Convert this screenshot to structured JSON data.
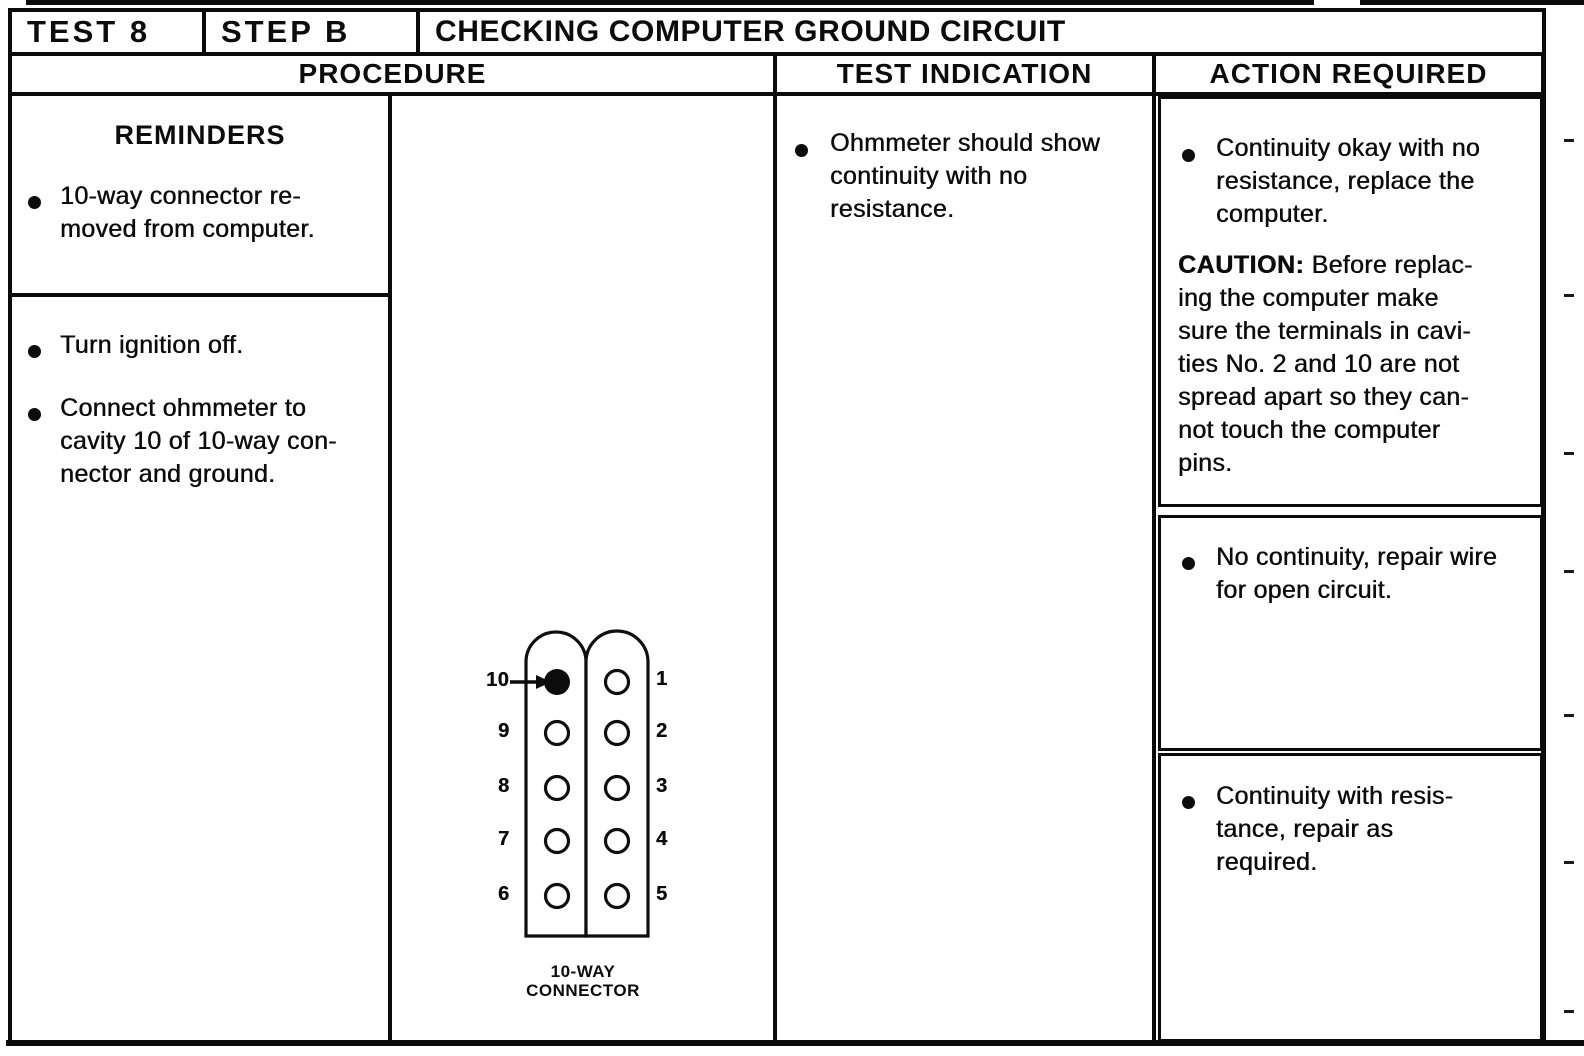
{
  "header": {
    "test_label": "TEST 8",
    "step_label": "STEP B",
    "title": "CHECKING COMPUTER GROUND CIRCUIT"
  },
  "columns": {
    "procedure": "PROCEDURE",
    "test_indication": "TEST INDICATION",
    "action_required": "ACTION REQUIRED"
  },
  "procedure": {
    "reminders_heading": "REMINDERS",
    "reminders": [
      {
        "text": "10-way connector re-\nmoved from computer."
      }
    ],
    "steps": [
      {
        "text": "Turn ignition off."
      },
      {
        "text": "Connect ohmmeter to\ncavity 10 of 10-way con-\nnector and ground."
      }
    ]
  },
  "test_indication": {
    "items": [
      {
        "text": "Ohmmeter should show\ncontinuity with no\nresistance."
      }
    ]
  },
  "action_required": {
    "boxes": [
      {
        "bullet": "Continuity okay with no\nresistance, replace the\ncomputer.",
        "caution_label": "CAUTION:",
        "caution_text": " Before replac-\ning the computer make\nsure the terminals in cavi-\nties No. 2 and 10 are not\nspread apart so they can-\nnot touch the computer\npins."
      },
      {
        "bullet": "No continuity, repair wire\nfor open circuit."
      },
      {
        "bullet": "Continuity with resis-\ntance, repair as\nrequired."
      }
    ]
  },
  "diagram": {
    "caption": "10-WAY\nCONNECTOR",
    "left_pins": [
      "10",
      "9",
      "8",
      "7",
      "6"
    ],
    "right_pins": [
      "1",
      "2",
      "3",
      "4",
      "5"
    ],
    "filled_pin": "10"
  },
  "colors": {
    "ink": "#0b0b0b",
    "paper": "#ffffff"
  }
}
